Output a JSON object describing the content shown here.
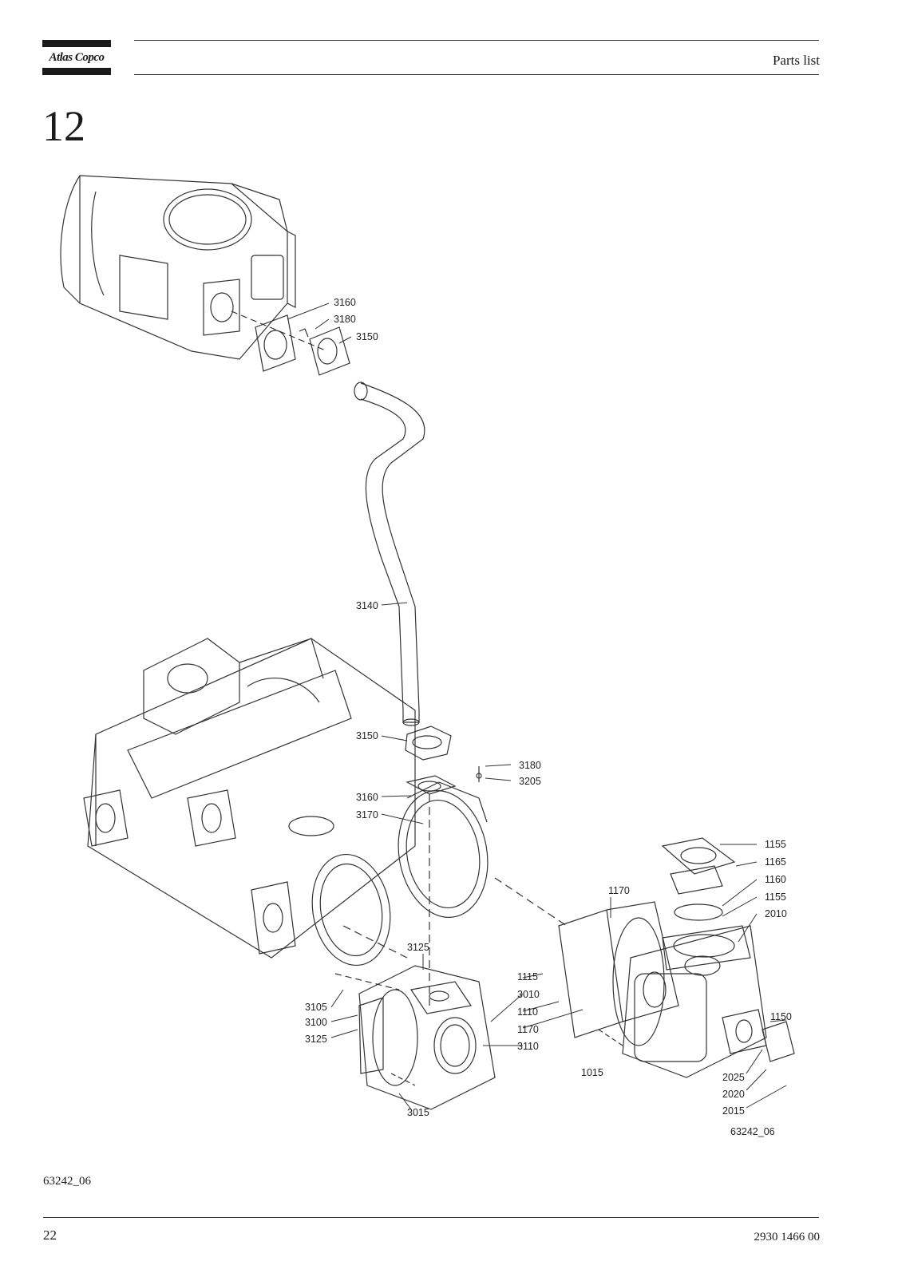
{
  "header": {
    "brand": "Atlas Copco",
    "title": "Parts list"
  },
  "section": {
    "number": "12"
  },
  "figure": {
    "drawing_id": "63242_06",
    "labels": {
      "l3160a": "3160",
      "l3180a": "3180",
      "l3150a": "3150",
      "l3140": "3140",
      "l3150b": "3150",
      "l3180b": "3180",
      "l3205": "3205",
      "l3160b": "3160",
      "l3170": "3170",
      "l1155a": "1155",
      "l1165": "1165",
      "l1160": "1160",
      "l1155b": "1155",
      "l2010": "2010",
      "l1170a": "1170",
      "l3125a": "3125",
      "l1115": "1115",
      "l3010": "3010",
      "l1110": "1110",
      "l1170b": "1170",
      "l3110": "3110",
      "l3105": "3105",
      "l3100": "3100",
      "l3125b": "3125",
      "l1015": "1015",
      "l3015": "3015",
      "l1150": "1150",
      "l2025": "2025",
      "l2020": "2020",
      "l2015": "2015"
    }
  },
  "footer": {
    "figure_ref": "63242_06",
    "page_number": "22",
    "document_number": "2930 1466 00"
  }
}
